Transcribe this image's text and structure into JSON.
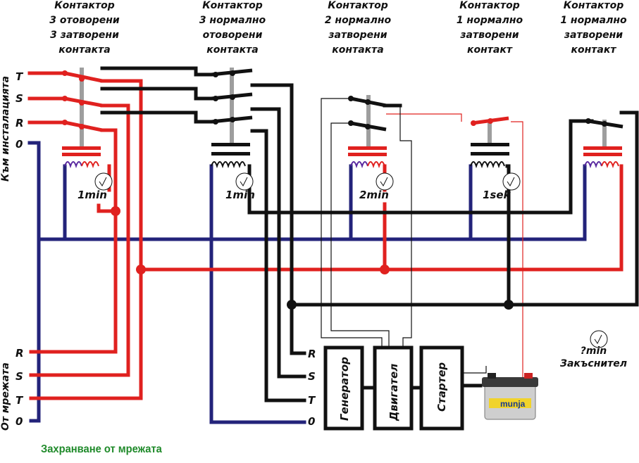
{
  "headers": [
    {
      "lines": [
        "Контактор",
        "3 отоворени",
        "3 затворени",
        "контакта"
      ]
    },
    {
      "lines": [
        "Контактор",
        "3 нормално",
        "отоворени",
        "контакта"
      ]
    },
    {
      "lines": [
        "Контактор",
        "2 нормално",
        "затворени",
        "контакта"
      ]
    },
    {
      "lines": [
        "Контактор",
        "1 нормално",
        "затворени",
        "контакт"
      ]
    },
    {
      "lines": [
        "Контактор",
        "1 нормално",
        "затворени",
        "контакт"
      ]
    }
  ],
  "side_labels": {
    "top": "Към инсталацията",
    "bottom": "От мрежата"
  },
  "left_terminals_top": [
    "T",
    "S",
    "R",
    "0"
  ],
  "left_terminals_bottom": [
    "R",
    "S",
    "T",
    "0"
  ],
  "right_terminals": [
    "R",
    "S",
    "T",
    "0"
  ],
  "timers": [
    "1min",
    "1min",
    "2min",
    "1sek"
  ],
  "units": {
    "generator": "Генератор",
    "engine": "Двигател",
    "starter": "Стартер"
  },
  "battery_brand": "munja",
  "delay_legend": {
    "value": "?min",
    "label": "Закъснител"
  },
  "footer": "Захранване от мрежата",
  "colors": {
    "red": "#e0211f",
    "blue": "#23237a",
    "black": "#111111",
    "green": "#1f8a2a",
    "contact_gray": "#9e9e9e"
  }
}
